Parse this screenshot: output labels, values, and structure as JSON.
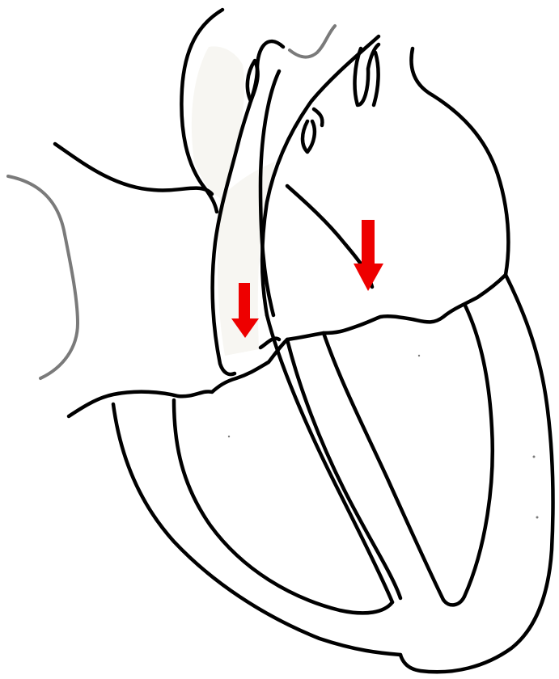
{
  "diagram": {
    "subject": "heart-cross-section",
    "arrows": [
      {
        "name": "arrow-right-atrioventricular-valve",
        "direction": "down"
      },
      {
        "name": "arrow-left-atrioventricular-valve",
        "direction": "down"
      }
    ]
  },
  "colors": {
    "background": "#ffffff",
    "outline": "#000000",
    "faint_outline": "#7a7a7a",
    "arrow": "#ee0000",
    "vessel_shading": "#f7f6f2"
  }
}
